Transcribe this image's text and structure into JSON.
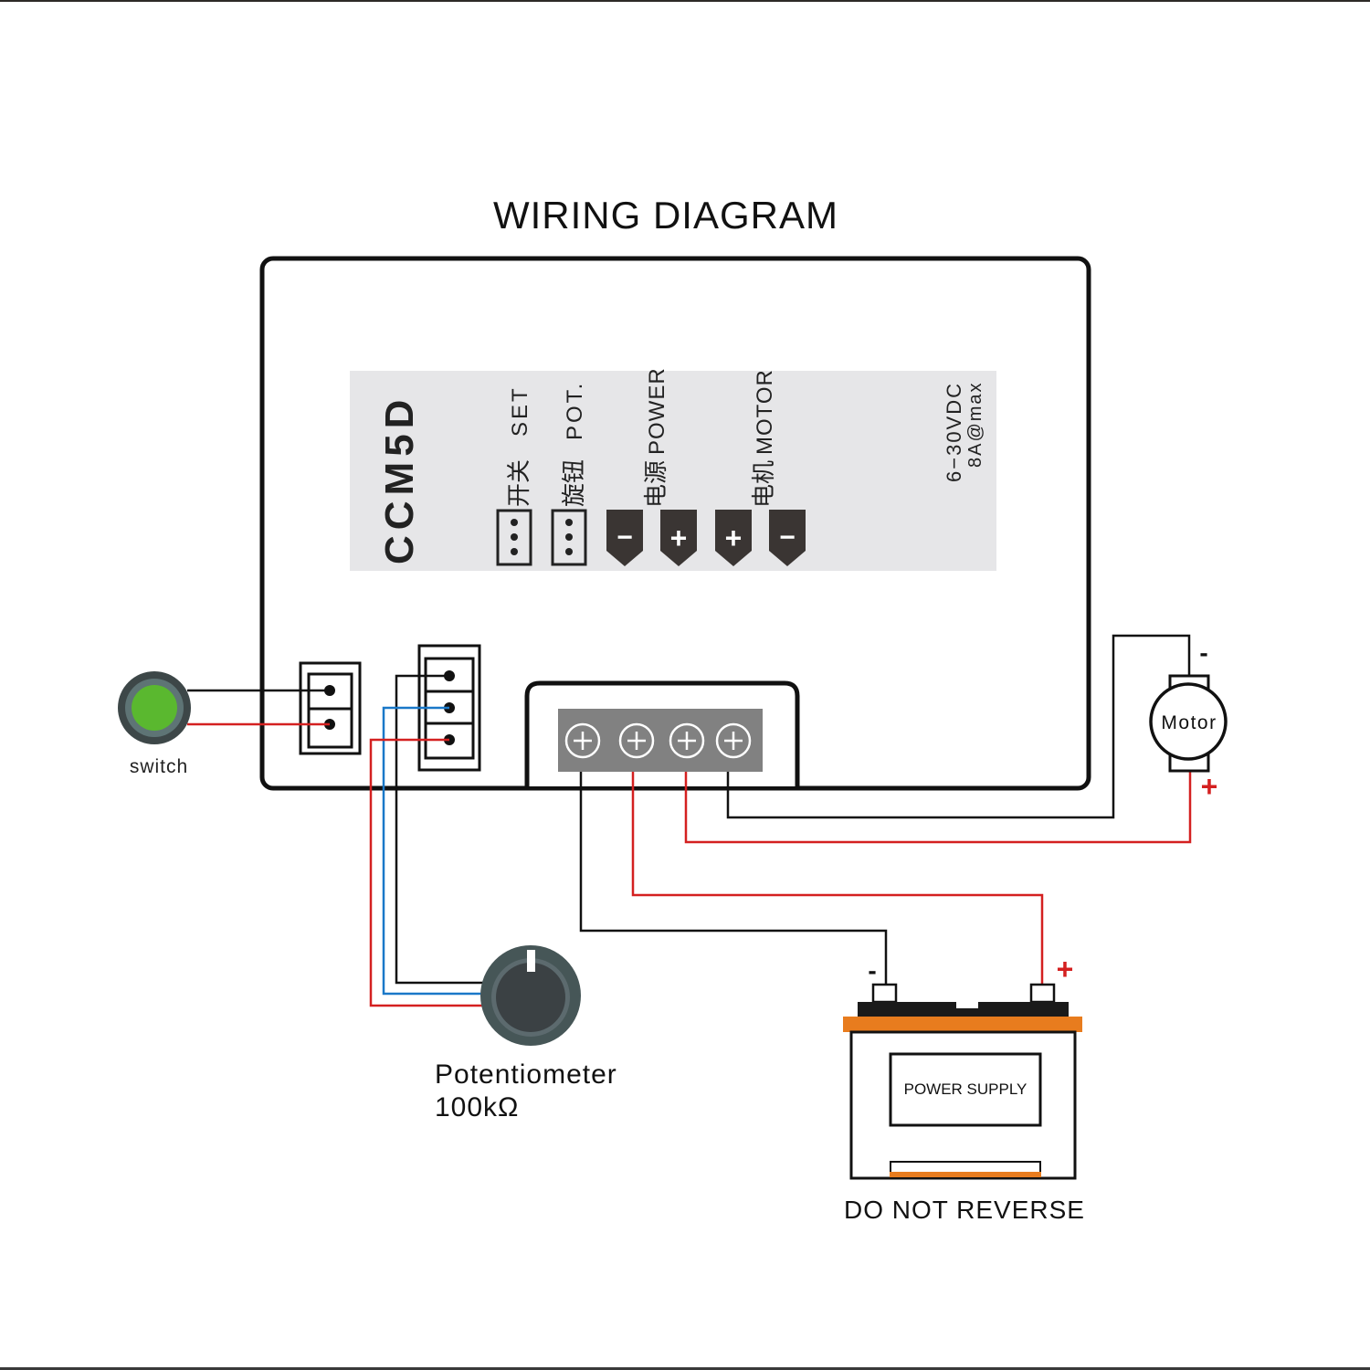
{
  "title": "WIRING DIAGRAM",
  "colors": {
    "wire_black": "#111111",
    "wire_red": "#d42020",
    "wire_blue": "#1a78c8",
    "label_bg": "#e6e6e8",
    "terminal_gray": "#818181",
    "battery_orange": "#e87c1e",
    "switch_green": "#5ab82f",
    "knob_dark": "#3b4347"
  },
  "controller": {
    "model": "CCM5D",
    "label_panel": {
      "set_cn": "开关",
      "set_en": "SET",
      "pot_cn": "旋钮",
      "pot_en": "POT.",
      "power_cn": "电源",
      "power_en": "POWER",
      "motor_cn": "电机",
      "motor_en": "MOTOR",
      "voltage": "6−30VDC",
      "current": "8A@max",
      "terminal_signs": [
        "−",
        "+",
        "+",
        "−"
      ]
    },
    "screw_terminals": [
      "power-negative",
      "power-positive",
      "motor-positive",
      "motor-negative"
    ],
    "screw_glyph": "+"
  },
  "switch": {
    "label": "switch",
    "icon": "push-button-icon"
  },
  "potentiometer": {
    "label": "Potentiometer",
    "value": "100kΩ",
    "icon": "knob-icon"
  },
  "motor": {
    "label": "Motor",
    "negative_sign": "-",
    "positive_sign": "+"
  },
  "battery": {
    "label": "POWER SUPPLY",
    "warning": "DO NOT REVERSE",
    "negative_sign": "-",
    "positive_sign": "+"
  }
}
